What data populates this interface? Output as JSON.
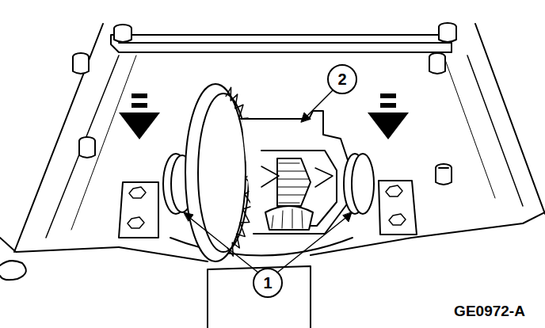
{
  "diagram": {
    "labels": [
      "1",
      "2",
      "GE0972-A"
    ]
  }
}
